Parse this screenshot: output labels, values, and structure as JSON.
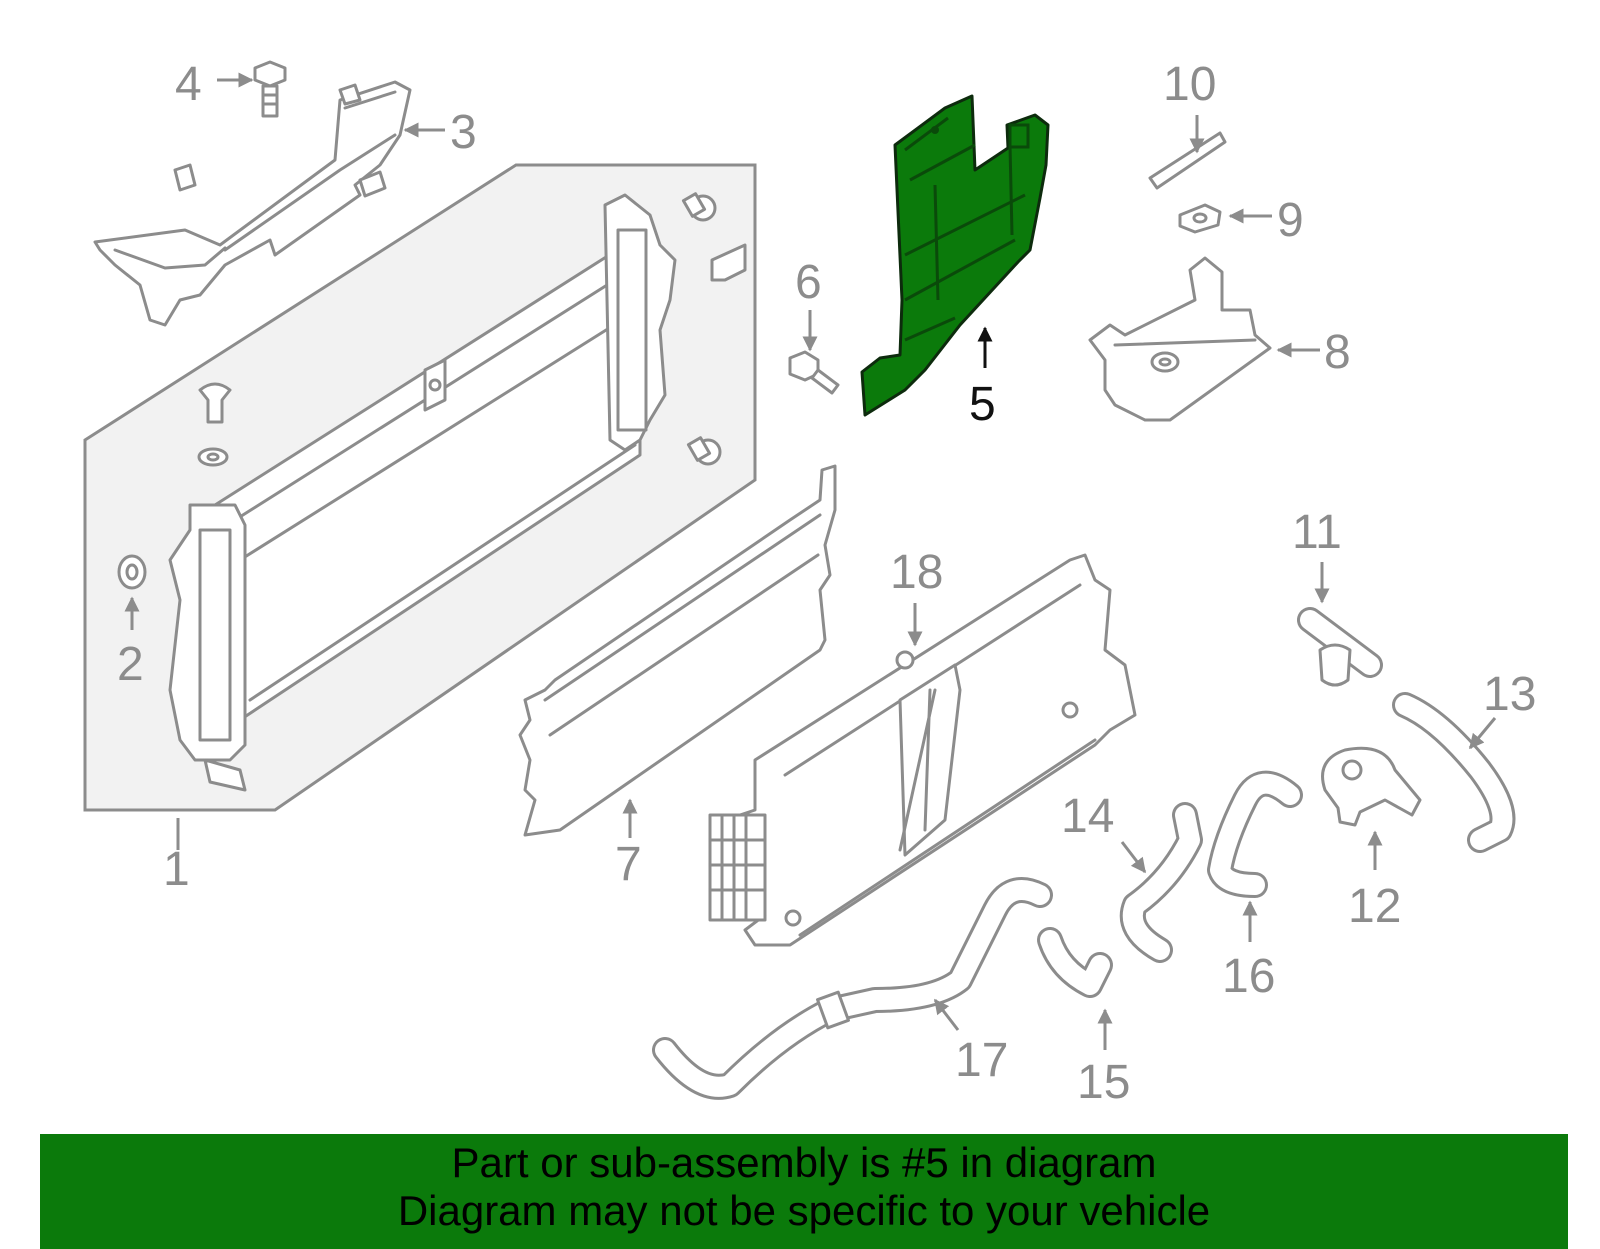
{
  "diagram": {
    "callouts": [
      "1",
      "2",
      "3",
      "4",
      "5",
      "6",
      "7",
      "8",
      "9",
      "10",
      "11",
      "12",
      "13",
      "14",
      "15",
      "16",
      "17",
      "18"
    ],
    "highlighted_callout": "5",
    "highlight_color": "#0b7a0b",
    "part_stroke_color": "#8c8c8c",
    "assembly_fill_color": "#f2f2f2"
  },
  "banner": {
    "line1": "Part or sub-assembly is #5 in diagram",
    "line2": "Diagram may not be specific to your vehicle",
    "background": "#0b7a0b",
    "text_color": "#000000"
  }
}
